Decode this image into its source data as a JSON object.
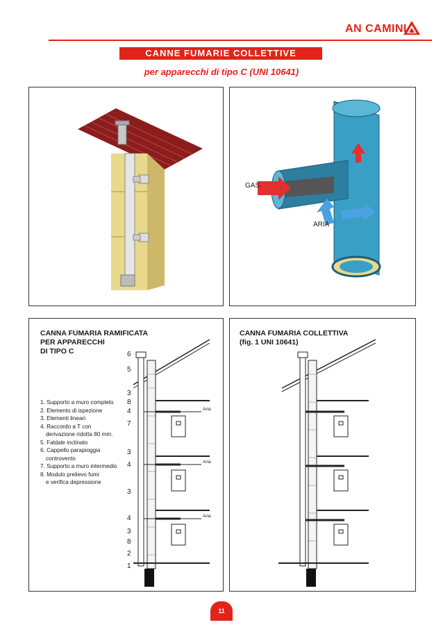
{
  "header": {
    "brand": "AN CAMINI",
    "banner_title": "CANNE FUMARIE COLLETTIVE",
    "subtitle": "per apparecchi di tipo C (UNI 10641)"
  },
  "colors": {
    "accent": "#e2231a",
    "pipe": "#3a9fc4",
    "roof": "#8b1d1d",
    "wall": "#e8d98c"
  },
  "illustration_right": {
    "label_gas": "GAS",
    "label_air": "ARIA"
  },
  "panel_left": {
    "title_lines": [
      "CANNA FUMARIA RAMIFICATA",
      "PER APPARECCHI",
      "DI TIPO C"
    ],
    "legend": [
      "1. Supporto a muro completo",
      "2. Elemento di ispezione",
      "3. Elementi lineari",
      "4. Raccordo a T con",
      "derivazione ridotta 80 mm.",
      "5. Faldale inclinato",
      "6. Cappello parapioggia",
      "controvento",
      "7. Supporto a muro intermedio",
      "8. Modulo prelievo fumi",
      "e verifica depressione"
    ],
    "callouts": [
      "6",
      "5",
      "3",
      "8",
      "4",
      "7",
      "3",
      "4",
      "3",
      "4",
      "3",
      "8",
      "2",
      "1"
    ],
    "air_label": "Aria"
  },
  "panel_right": {
    "title_lines": [
      "CANNA FUMARIA COLLETTIVA",
      "(fig. 1 UNI 10641)"
    ]
  },
  "footer": {
    "page_number": "11"
  }
}
